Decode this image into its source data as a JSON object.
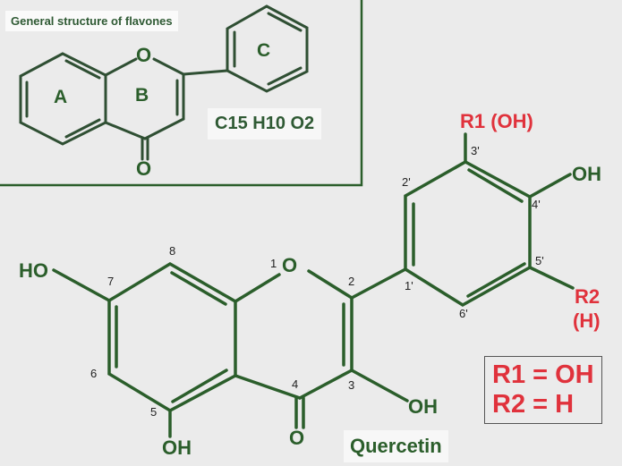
{
  "inset": {
    "title": "General structure of flavones",
    "ring_labels": [
      "A",
      "B",
      "C"
    ],
    "ring_oxygen": "O",
    "carbonyl_oxygen": "O",
    "formula": "C15 H10 O2"
  },
  "main": {
    "atoms": {
      "o1": "O",
      "o4": "O",
      "oh7": "HO",
      "oh5": "OH",
      "oh3": "OH",
      "oh4p": "OH"
    },
    "positions": [
      "1",
      "2",
      "3",
      "4",
      "5",
      "6",
      "7",
      "8",
      "1'",
      "2'",
      "3'",
      "4'",
      "5'",
      "6'"
    ],
    "r1_label": "R1 (OH)",
    "r2_label": "R2",
    "r2_sub": "(H)",
    "legend": [
      "R1 = OH",
      "R2 = H"
    ],
    "name": "Quercetin"
  },
  "colors": {
    "background": "#ebebeb",
    "bond": "#2b5e2b",
    "bond_dark": "#2a4a2e",
    "substituent": "#e0323c"
  }
}
